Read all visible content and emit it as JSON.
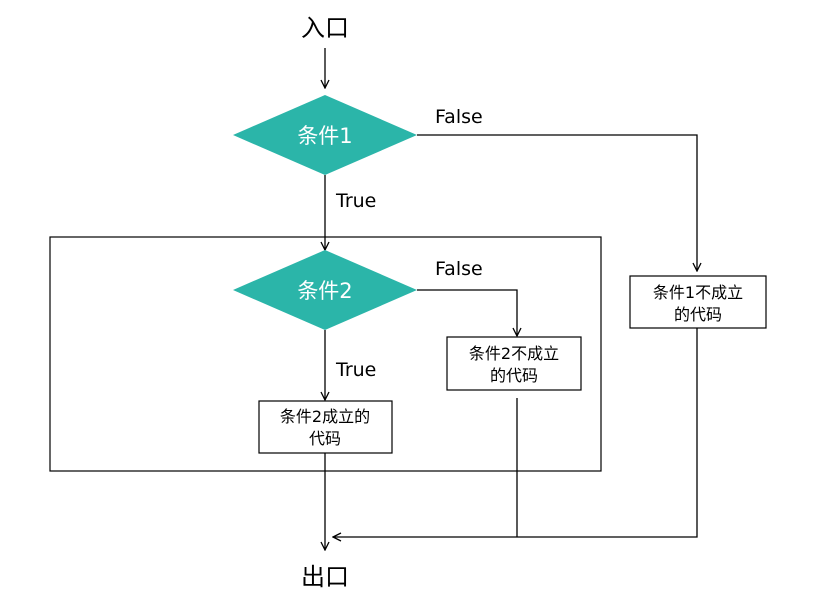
{
  "diagram": {
    "entry_label": "入口",
    "exit_label": "出口",
    "condition1_label": "条件1",
    "condition2_label": "条件2",
    "true1_label": "True",
    "false1_label": "False",
    "true2_label": "True",
    "false2_label": "False",
    "box_cond2_true": [
      "条件2成立的",
      "代码"
    ],
    "box_cond2_false": [
      "条件2不成立",
      "的代码"
    ],
    "box_cond1_false": [
      "条件1不成立",
      "的代码"
    ],
    "colors": {
      "diamond_fill": "#2bb5a9",
      "line": "#000000"
    }
  }
}
